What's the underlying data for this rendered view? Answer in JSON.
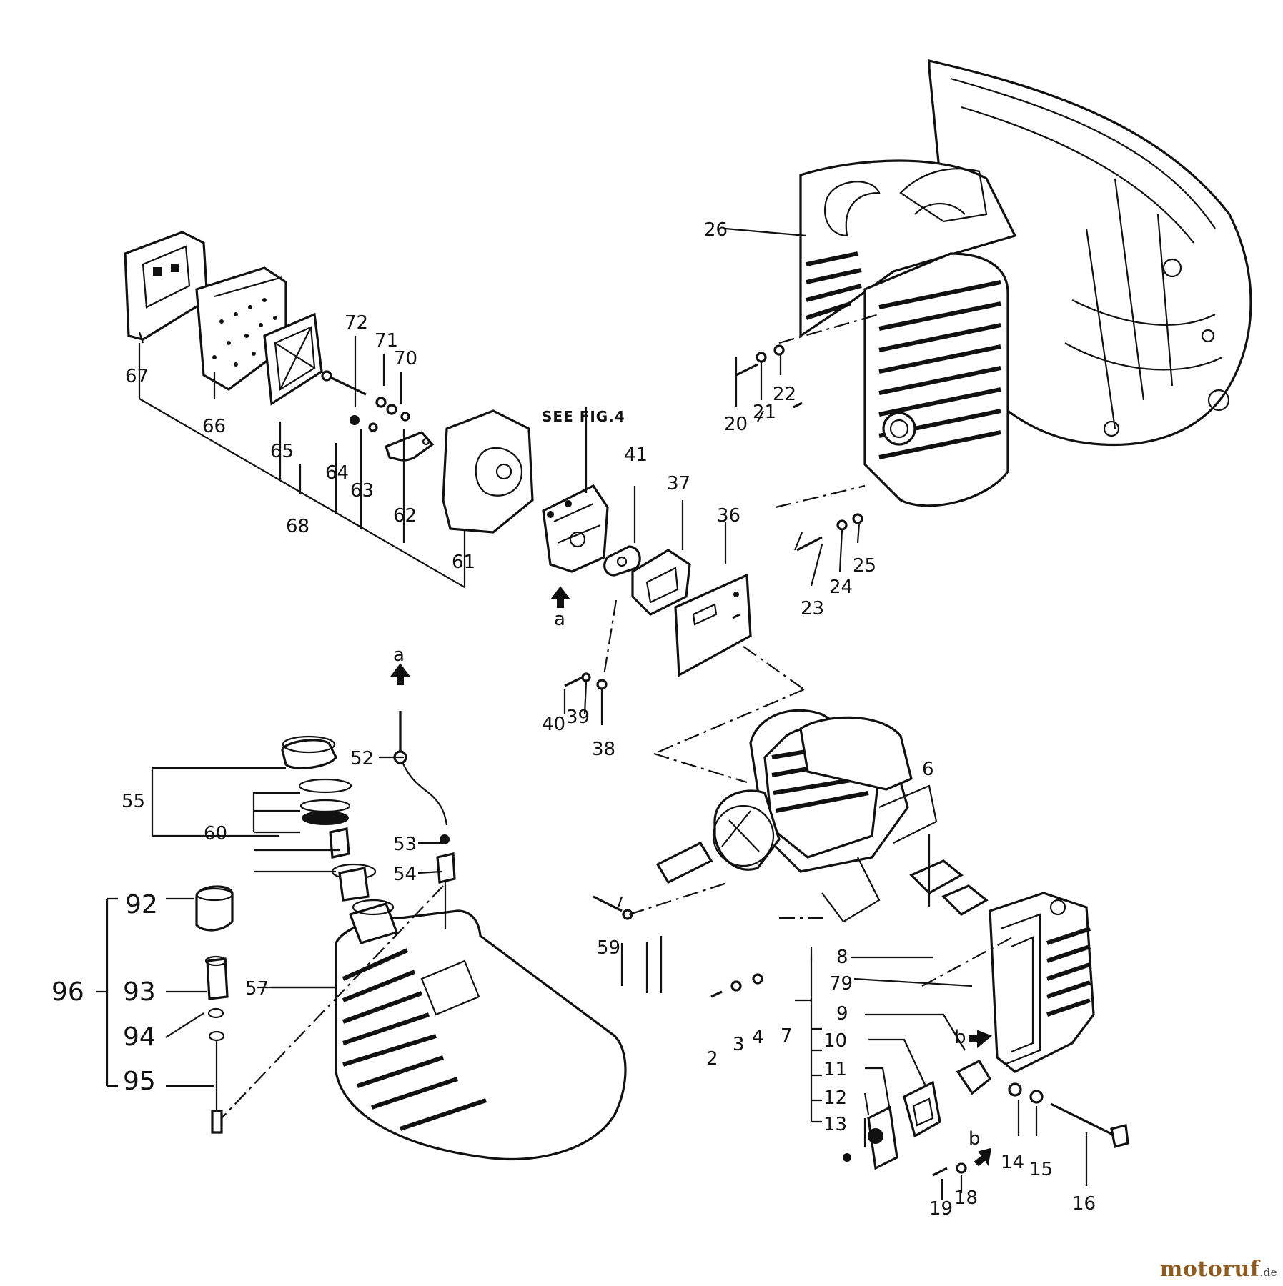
{
  "labels": {
    "p2": "2",
    "p3": "3",
    "p4": "4",
    "p6": "6",
    "p7": "7",
    "p8": "8",
    "p9": "9",
    "p10": "10",
    "p11": "11",
    "p12": "12",
    "p13": "13",
    "p14": "14",
    "p15": "15",
    "p16": "16",
    "p18": "18",
    "p19": "19",
    "p20": "20",
    "p21": "21",
    "p22": "22",
    "p23": "23",
    "p24": "24",
    "p25": "25",
    "p26": "26",
    "p36": "36",
    "p37": "37",
    "p38": "38",
    "p39": "39",
    "p40": "40",
    "p41": "41",
    "p52": "52",
    "p53": "53",
    "p54": "54",
    "p55": "55",
    "p57": "57",
    "p59": "59",
    "p60": "60",
    "p61": "61",
    "p62": "62",
    "p63": "63",
    "p64": "64",
    "p65": "65",
    "p66": "66",
    "p67": "67",
    "p68": "68",
    "p70": "70",
    "p71": "71",
    "p72": "72",
    "p79": "79",
    "p92": "92",
    "p93": "93",
    "p94": "94",
    "p95": "95",
    "p96": "96"
  },
  "notes": {
    "see_fig": "SEE FIG.4",
    "arrow_a1": "a",
    "arrow_a2": "a",
    "arrow_b1": "b",
    "arrow_b2": "b"
  },
  "watermark": {
    "brand": "motoruf",
    "suffix": ".de"
  }
}
